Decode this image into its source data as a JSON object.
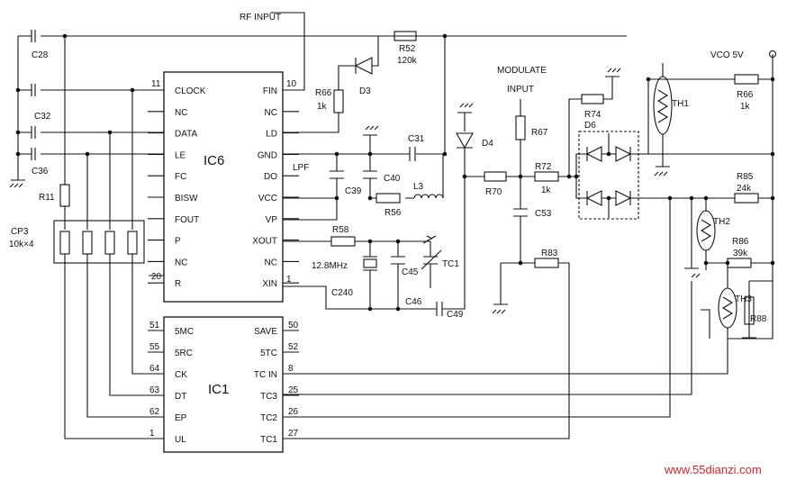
{
  "ic6": {
    "name": "IC6",
    "left_pins": [
      "CLOCK",
      "NC",
      "DATA",
      "LE",
      "FC",
      "BISW",
      "FOUT",
      "P",
      "NC",
      "R"
    ],
    "right_pins": [
      "FIN",
      "NC",
      "LD",
      "GND",
      "DO",
      "VCC",
      "VP",
      "XOUT",
      "NC",
      "XIN"
    ],
    "pin_numbers": {
      "clock": "11",
      "r": "20",
      "fin": "10",
      "xin": "1"
    }
  },
  "ic1": {
    "name": "IC1",
    "left_pins": [
      "5MC",
      "5RC",
      "CK",
      "DT",
      "EP",
      "UL"
    ],
    "left_nums": [
      "51",
      "55",
      "64",
      "63",
      "62",
      "1"
    ],
    "right_pins": [
      "SAVE",
      "5TC",
      "TC IN",
      "TC3",
      "TC2",
      "TC1"
    ],
    "right_nums": [
      "50",
      "52",
      "8",
      "25",
      "26",
      "27"
    ]
  },
  "labels": {
    "rf_input": "RF INPUT",
    "modulate_1": "MODULATE",
    "modulate_2": "INPUT",
    "vco": "VCO 5V",
    "lpf": "LPF",
    "cp3_1": "CP3",
    "cp3_2": "10k×4",
    "xtal": "12.8MHz"
  },
  "components": {
    "C28": "C28",
    "C32": "C32",
    "C36": "C36",
    "R11": "R11",
    "R52": "R52",
    "R52v": "120k",
    "R66a": "R66",
    "R66av": "1k",
    "D3": "D3",
    "C31": "C31",
    "C40": "C40",
    "C39": "C39",
    "R56": "R56",
    "L3": "L3",
    "R58": "R58",
    "C45": "C45",
    "TC1": "TC1",
    "C240": "C240",
    "C46": "C46",
    "C49": "C49",
    "D4": "D4",
    "R70": "R70",
    "R67": "R67",
    "R72": "R72",
    "R72v": "1k",
    "C53": "C53",
    "R83": "R83",
    "R74": "R74",
    "D6": "D6",
    "TH1": "TH1",
    "TH2": "TH2",
    "TH3": "TH3",
    "R66b": "R66",
    "R66bv": "1k",
    "R85": "R85",
    "R85v": "24k",
    "R86": "R86",
    "R86v": "39k",
    "R88": "R88"
  },
  "watermark": "www.55dianzi.com"
}
